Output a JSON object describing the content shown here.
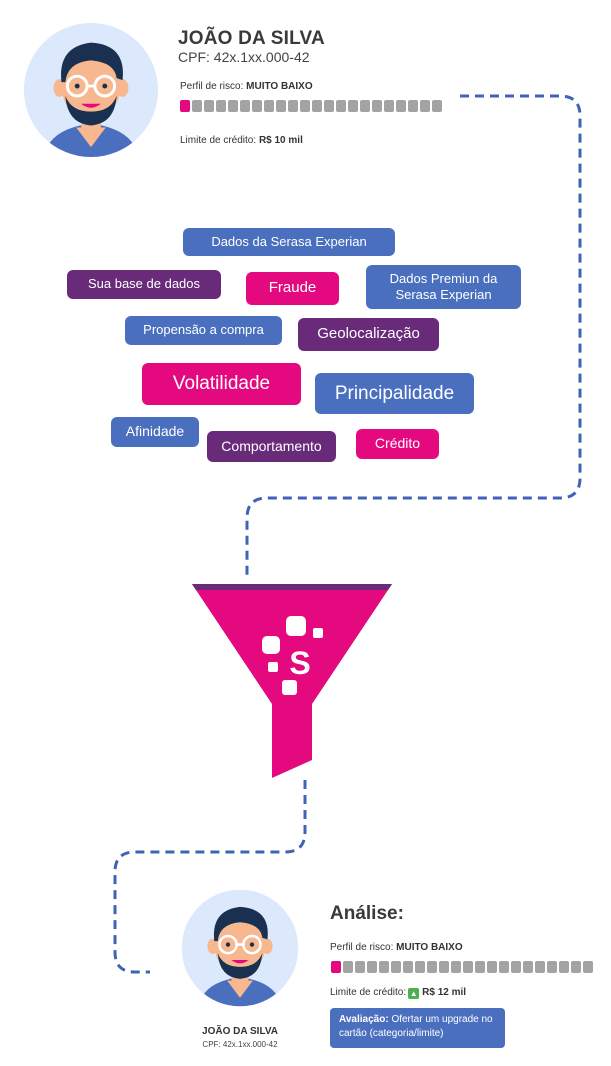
{
  "top_profile": {
    "name": "JOÃO DA SILVA",
    "cpf": "CPF: 42x.1xx.000-42",
    "risk_label": "Perfil de risco:",
    "risk_value": "MUITO BAIXO",
    "risk_segments_total": 22,
    "risk_segments_filled": 1,
    "credit_label": "Limite de crédito:",
    "credit_value": "R$ 10 mil"
  },
  "tags": [
    {
      "text": "Dados da Serasa Experian",
      "color": "blue"
    },
    {
      "text": "Sua base de dados",
      "color": "purple"
    },
    {
      "text": "Fraude",
      "color": "pink"
    },
    {
      "text": "Dados Premiun da Serasa Experian",
      "color": "blue"
    },
    {
      "text": "Propensão a compra",
      "color": "blue"
    },
    {
      "text": "Geolocalização",
      "color": "purple"
    },
    {
      "text": "Volatilidade",
      "color": "pink"
    },
    {
      "text": "Principalidade",
      "color": "blue"
    },
    {
      "text": "Afinidade",
      "color": "blue"
    },
    {
      "text": "Comportamento",
      "color": "purple"
    },
    {
      "text": "Crédito",
      "color": "pink"
    }
  ],
  "funnel": {
    "logo_letter": "S",
    "color": "#e5097f",
    "rim_color": "#6a2a7a"
  },
  "bottom_profile": {
    "name": "JOÃO DA SILVA",
    "cpf": "CPF: 42x.1xx.000-42",
    "heading": "Análise:",
    "risk_label": "Perfil de risco:",
    "risk_value": "MUITO BAIXO",
    "risk_segments_total": 22,
    "risk_segments_filled": 1,
    "credit_label": "Limite de crédito:",
    "credit_icon": "arrow-up-icon",
    "credit_value": "R$ 12 mil",
    "evaluation_label": "Avaliação:",
    "evaluation_text": "Ofertar um upgrade no cartão (categoria/limite)"
  },
  "colors": {
    "blue": "#4b6fbf",
    "purple": "#6a2a7a",
    "pink": "#e5097f",
    "avatar_bg": "#dce8fb"
  }
}
